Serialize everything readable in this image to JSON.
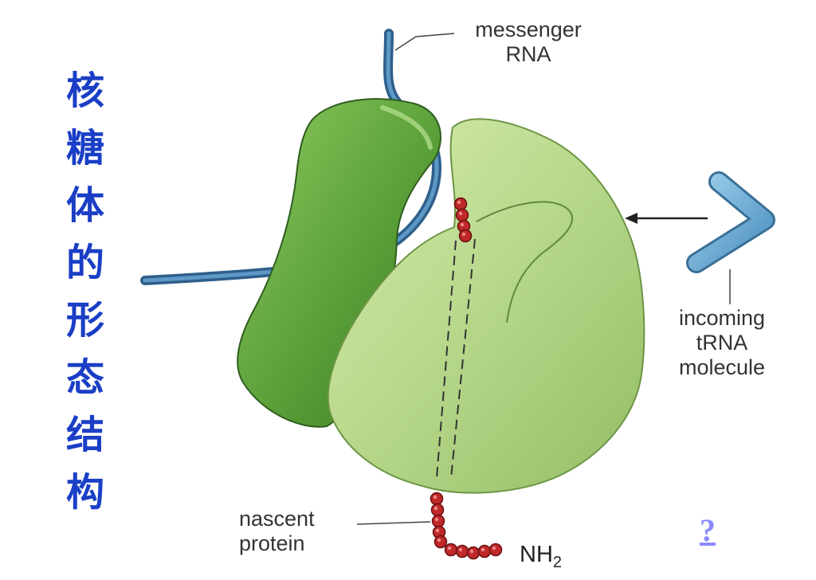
{
  "title_chars": [
    "核",
    "糖",
    "体",
    "的",
    "形",
    "态",
    "结",
    "构"
  ],
  "labels": {
    "mrna": [
      "messenger",
      "RNA"
    ],
    "trna": [
      "incoming",
      "tRNA",
      "molecule"
    ],
    "protein": [
      "nascent",
      "protein"
    ],
    "nh2_main": "NH",
    "nh2_sub": "2"
  },
  "help_link": "?",
  "colors": {
    "title": "#1a3fc6",
    "ribosome_large": "#b8d98a",
    "ribosome_small": "#5aa03a",
    "mrna": "#3f78a8",
    "trna": "#6aaed6",
    "protein": "#c0282a",
    "link": "#8a8aff"
  }
}
